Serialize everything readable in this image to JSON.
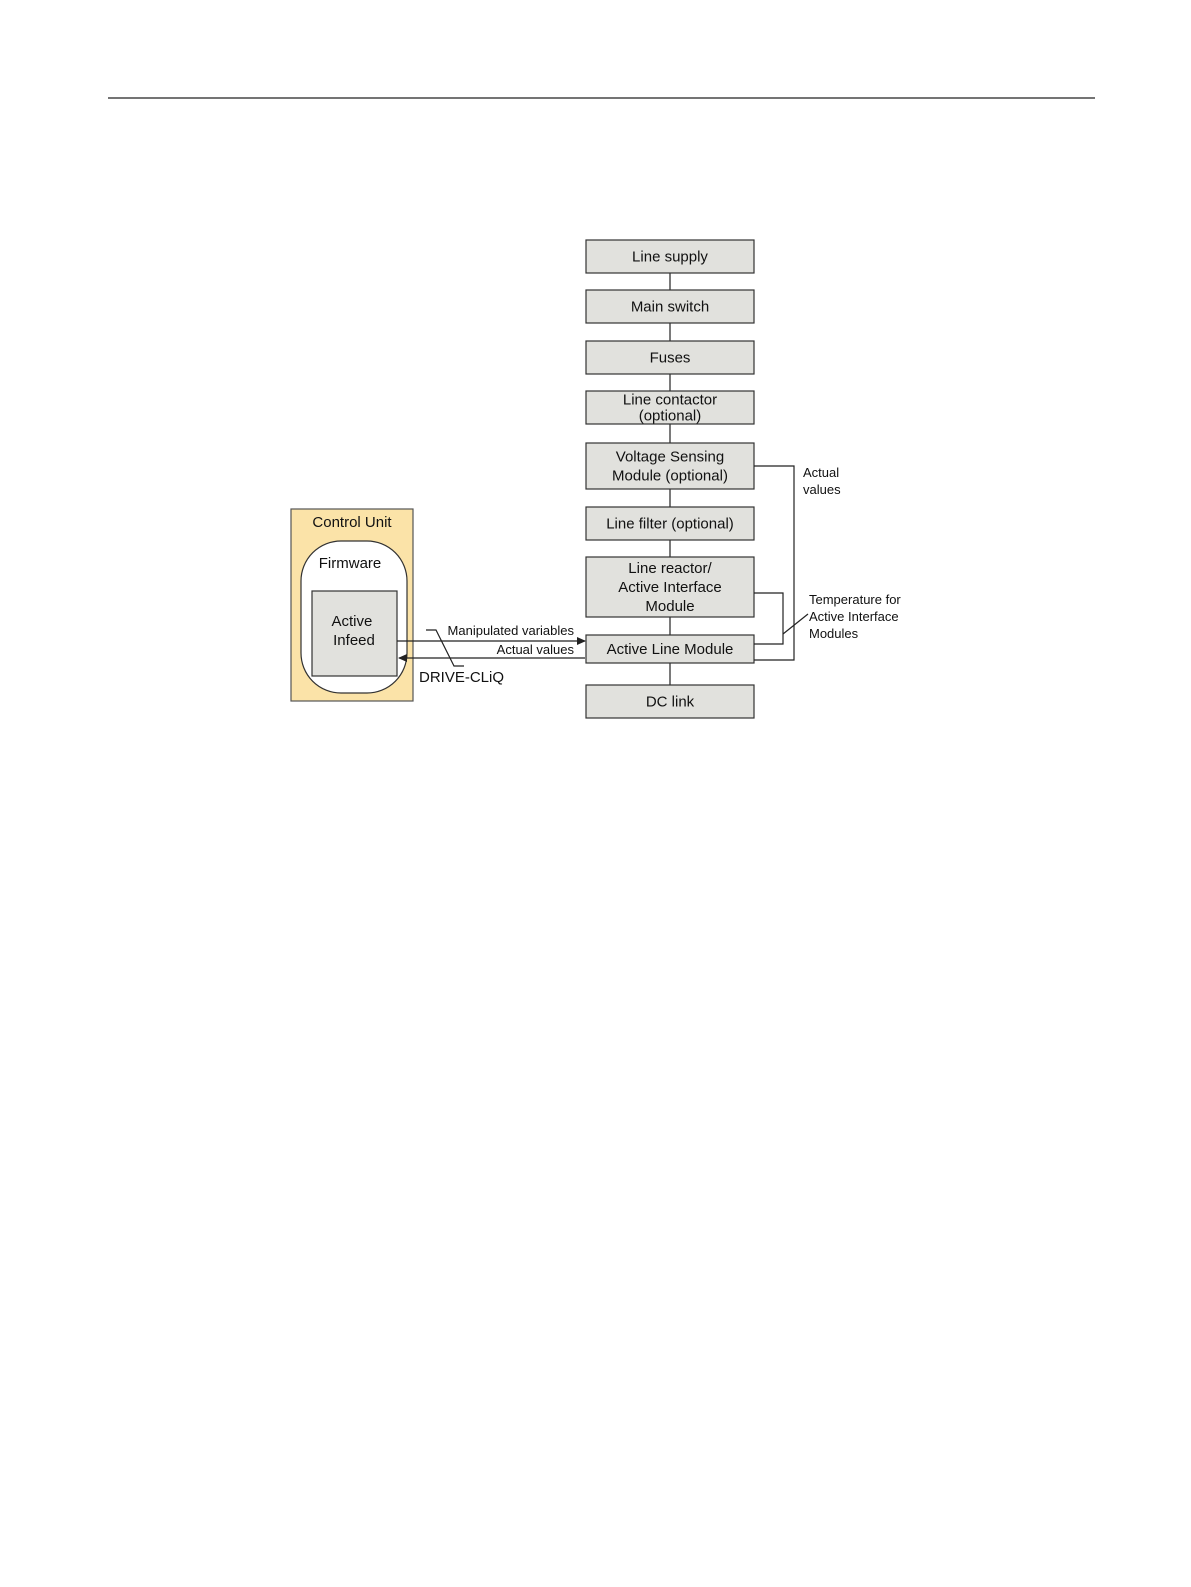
{
  "colors": {
    "control_unit_fill": "#fbe3a8",
    "box_fill": "#e1e1dd",
    "line": "#222222"
  },
  "chain": [
    {
      "id": "line-supply",
      "lines": [
        "Line supply"
      ]
    },
    {
      "id": "main-switch",
      "lines": [
        "Main switch"
      ]
    },
    {
      "id": "fuses",
      "lines": [
        "Fuses"
      ]
    },
    {
      "id": "line-contactor",
      "lines": [
        "Line contactor",
        "(optional)"
      ]
    },
    {
      "id": "voltage-sensing-module",
      "lines": [
        "Voltage Sensing",
        "Module (optional)"
      ]
    },
    {
      "id": "line-filter",
      "lines": [
        "Line filter (optional)"
      ]
    },
    {
      "id": "line-reactor",
      "lines": [
        "Line reactor/",
        "Active Interface",
        "Module"
      ]
    },
    {
      "id": "active-line-module",
      "lines": [
        "Active Line Module"
      ]
    },
    {
      "id": "dc-link",
      "lines": [
        "DC link"
      ]
    }
  ],
  "control_unit": {
    "title": "Control Unit",
    "firmware": "Firmware",
    "infeed_lines": [
      "Active",
      "Infeed"
    ]
  },
  "labels": {
    "manipulated_variables": "Manipulated variables",
    "actual_values_link": "Actual values",
    "drive_cliq": "DRIVE-CLiQ",
    "actual_values_right": [
      "Actual",
      "values"
    ],
    "temperature": [
      "Temperature for",
      "Active Interface",
      "Modules"
    ]
  }
}
